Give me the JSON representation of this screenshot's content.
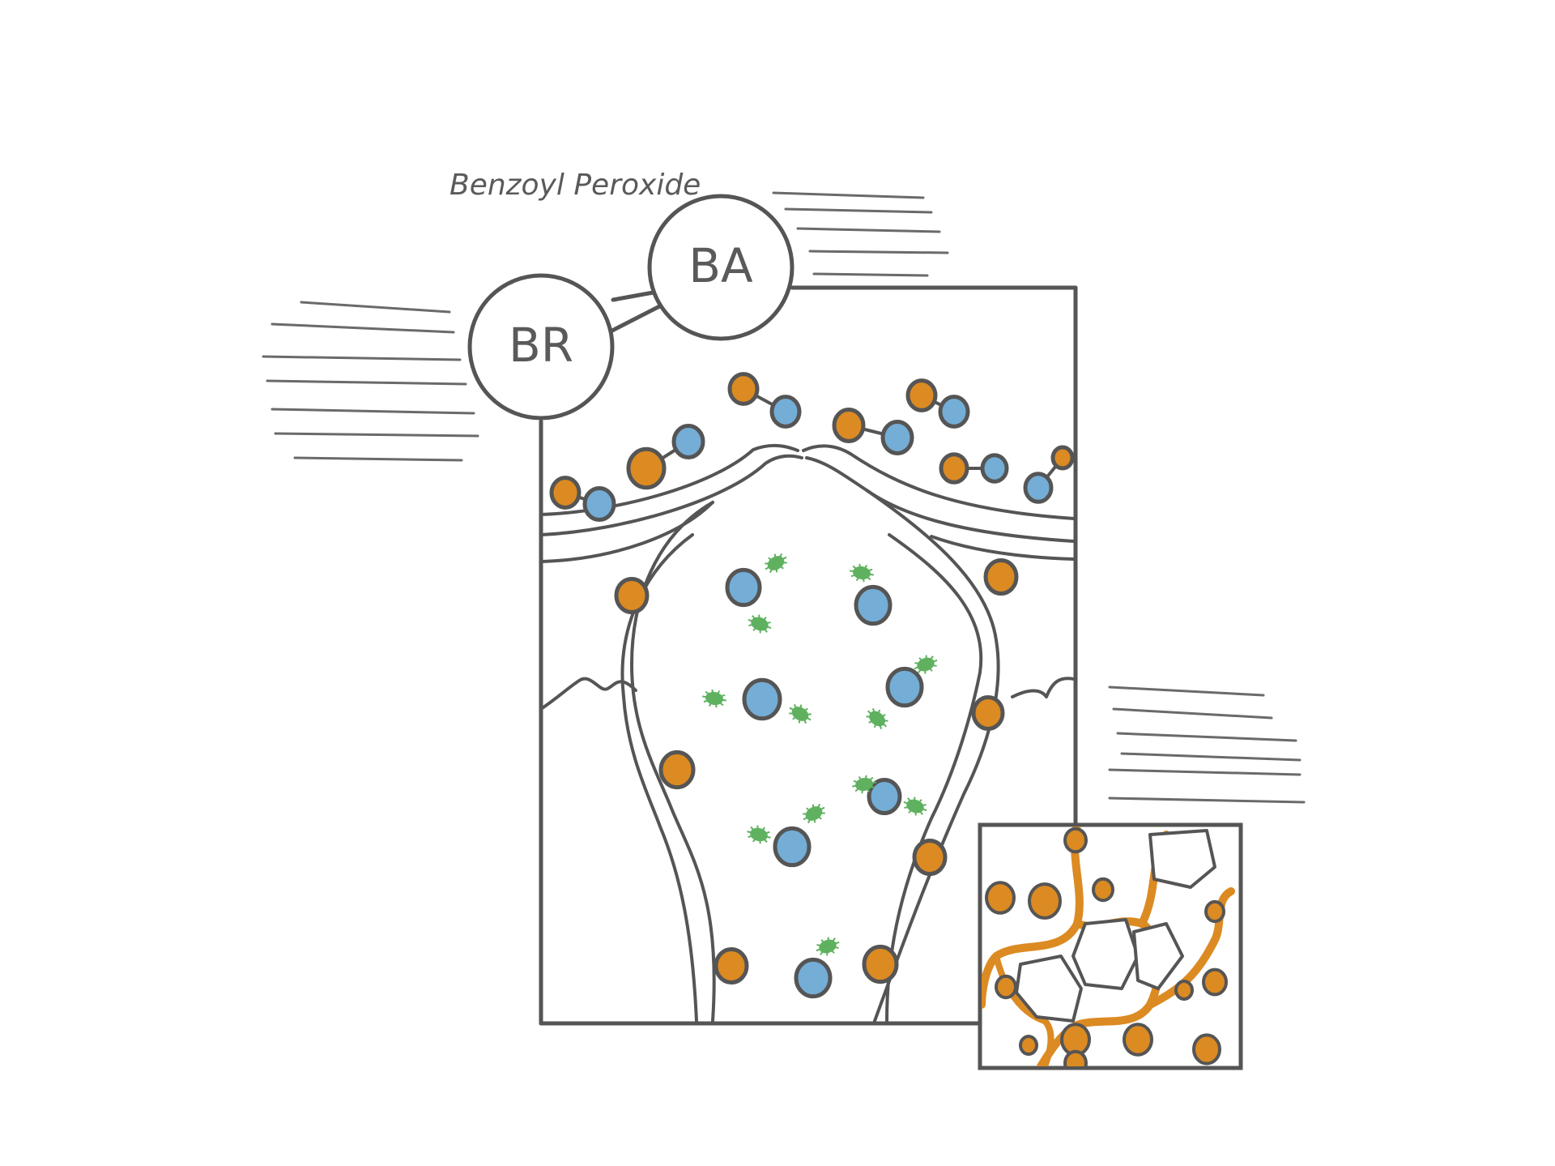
{
  "diagram": {
    "label_title": "Benzoyl Peroxide",
    "molecule_left": "BR",
    "molecule_right": "BA"
  },
  "colors": {
    "outline": "#555555",
    "orange": "#dc8a22",
    "blue": "#74add6",
    "green": "#5fb15f",
    "speed_lines": "#6a6a6a"
  }
}
